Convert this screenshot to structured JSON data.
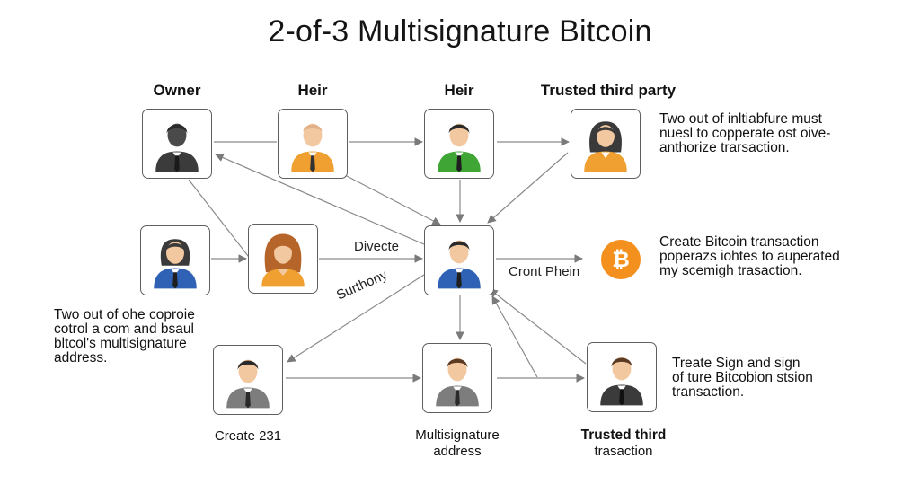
{
  "title": "2-of-3 Multisignature Bitcoin",
  "columns": [
    "Owner",
    "Heir",
    "Heir",
    "Trusted third party"
  ],
  "notes": {
    "top_right": [
      "Two out of inltiabfure must",
      "nuesl to copperate ost oive-",
      "anthorize trarsaction."
    ],
    "mid_right": [
      "Create Bitcoin transaction",
      "poperazs iohtes to auperated",
      "my scemigh trasaction."
    ],
    "left": [
      "Two out of ohe coproie",
      "cotrol a com and bsaul",
      "bltcol's multisignature",
      "address."
    ],
    "bottom_right": [
      "Treate Sign and sign",
      "of ture Bitcobion stsion",
      "transaction."
    ]
  },
  "edge_labels": {
    "divecte": "Divecte",
    "front_phein": "Cront Phein",
    "surthony": "Surthony"
  },
  "captions": {
    "create": "Create 231",
    "multisig": [
      "Multisignature",
      "address"
    ],
    "trusted": [
      "Trusted third",
      "trasaction"
    ]
  },
  "icons": {
    "bitcoin": "bitcoin-coin-icon",
    "person": "person-avatar-icon"
  },
  "colors": {
    "bitcoin": "#F4901E",
    "border": "#5f5f5f",
    "arrow": "#7a7a7a",
    "suit_dark": "#3b3b3b",
    "suit_orange": "#F0A030",
    "suit_green": "#3FA535",
    "suit_blue": "#2F62B4",
    "suit_gray": "#7d7d7d"
  }
}
